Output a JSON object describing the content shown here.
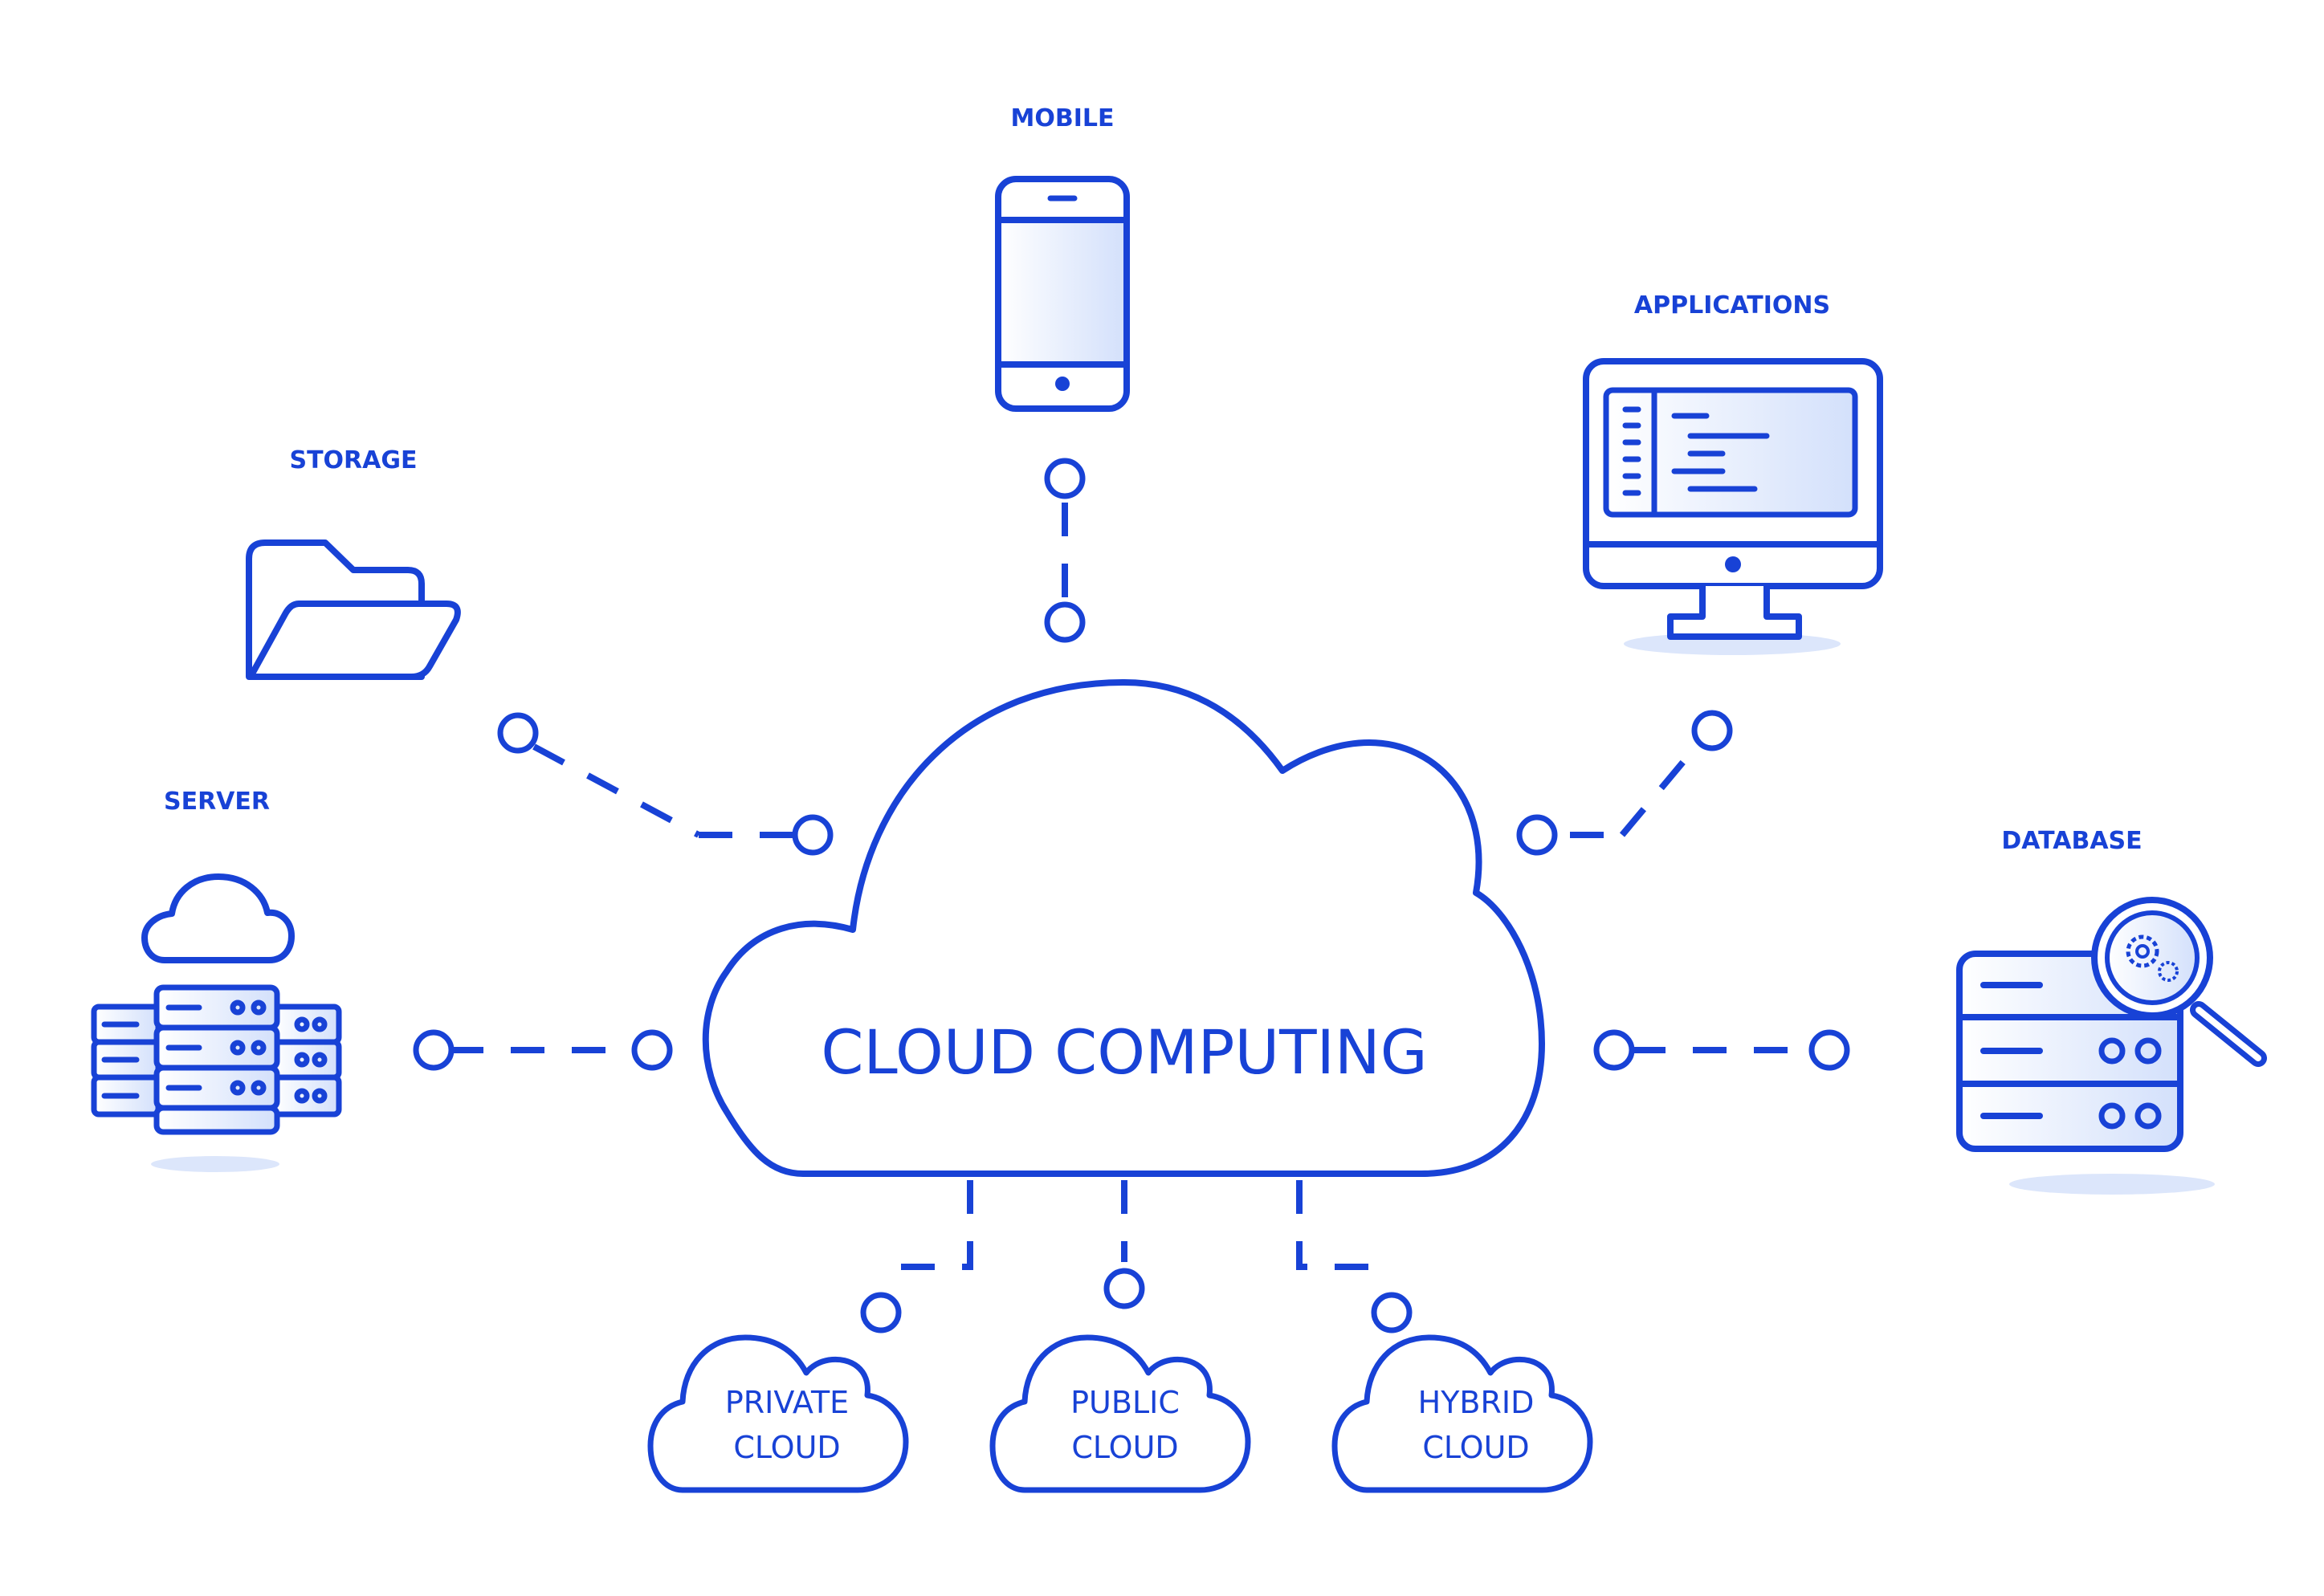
{
  "center": {
    "title": "CLOUD COMPUTING"
  },
  "nodes": {
    "mobile": "MOBILE",
    "applications": "APPLICATIONS",
    "storage": "STORAGE",
    "server": "SERVER",
    "database": "DATABASE"
  },
  "sub_clouds": [
    {
      "line1": "PRIVATE",
      "line2": "CLOUD"
    },
    {
      "line1": "PUBLIC",
      "line2": "CLOUD"
    },
    {
      "line1": "HYBRID",
      "line2": "CLOUD"
    }
  ],
  "colors": {
    "primary": "#1842d6",
    "light_fill": "#dce6fb",
    "background": "#ffffff"
  }
}
